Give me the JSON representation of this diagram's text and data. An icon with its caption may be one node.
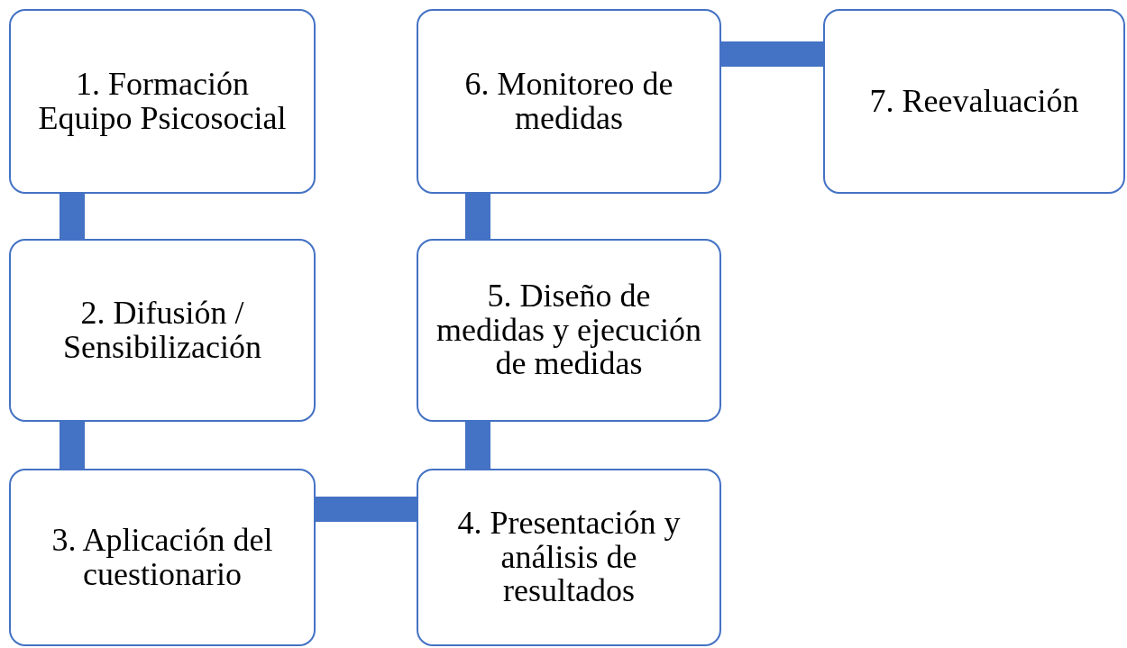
{
  "diagram": {
    "nodes": [
      {
        "text": [
          "1. Formación Equipo Psicosocial"
        ]
      },
      {
        "text": [
          "2. Difusión / Sensibilización"
        ]
      },
      {
        "text": [
          "3. Aplicación del cuestionario"
        ]
      },
      {
        "text": [
          "4. Presentación y análisis de resultados"
        ]
      },
      {
        "text": [
          "5. Diseño de medidas y ejecución de medidas"
        ]
      },
      {
        "text": [
          "6. Monitoreo de medidas"
        ]
      },
      {
        "text": [
          "7. Reevaluación"
        ]
      }
    ],
    "edges": [
      {
        "from": 0,
        "to": 1,
        "arrow": "none"
      },
      {
        "from": 1,
        "to": 2,
        "arrow": "none"
      },
      {
        "from": 2,
        "to": 3,
        "arrow": "none"
      },
      {
        "from": 3,
        "to": 4,
        "arrow": "none"
      },
      {
        "from": 4,
        "to": 5,
        "arrow": "none"
      },
      {
        "from": 5,
        "to": 6,
        "arrow": "none"
      }
    ]
  }
}
